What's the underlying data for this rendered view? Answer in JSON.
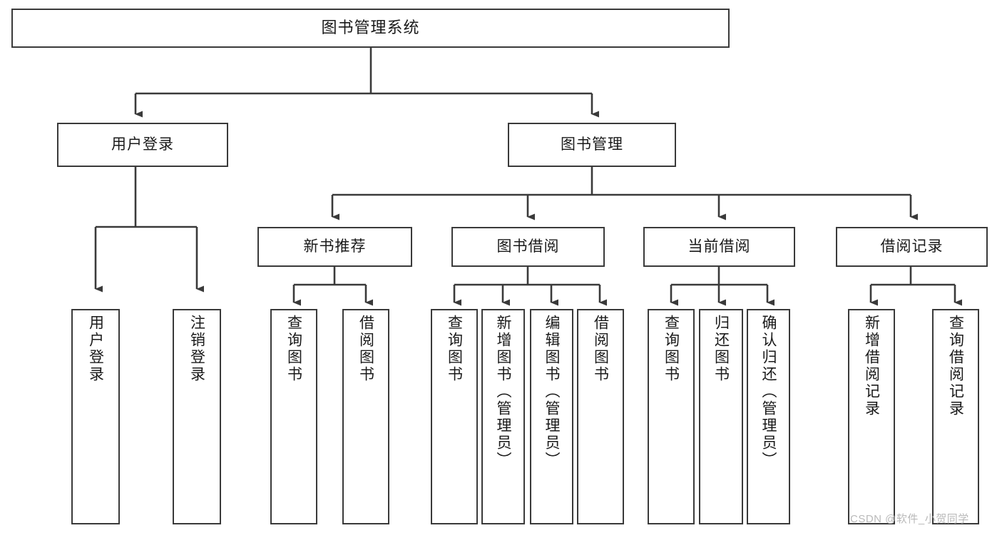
{
  "diagram": {
    "title": "图书管理系统",
    "type": "tree",
    "watermark": "CSDN @软件_小贺同学",
    "colors": {
      "box_border": "#3a3a3a",
      "box_fill": "#ffffff",
      "connector": "#3a3a3a",
      "text": "#1a1a1a",
      "watermark": "#b9b9b9",
      "background": "#ffffff"
    },
    "levels": {
      "root": {
        "label": "图书管理系统"
      },
      "level2": [
        {
          "id": "user-login",
          "label": "用户登录"
        },
        {
          "id": "book-manage",
          "label": "图书管理"
        }
      ],
      "level3": [
        {
          "id": "new-book-rec",
          "label": "新书推荐",
          "parent": "book-manage"
        },
        {
          "id": "book-borrow",
          "label": "图书借阅",
          "parent": "book-manage"
        },
        {
          "id": "current-borrow",
          "label": "当前借阅",
          "parent": "book-manage"
        },
        {
          "id": "borrow-record",
          "label": "借阅记录",
          "parent": "book-manage"
        }
      ],
      "leaves": [
        {
          "id": "leaf-user-login",
          "label": "用户登录",
          "parent": "user-login"
        },
        {
          "id": "leaf-logout",
          "label": "注销登录",
          "parent": "user-login"
        },
        {
          "id": "leaf-query-book-1",
          "label": "查询图书",
          "parent": "new-book-rec"
        },
        {
          "id": "leaf-borrow-book-1",
          "label": "借阅图书",
          "parent": "new-book-rec"
        },
        {
          "id": "leaf-query-book-2",
          "label": "查询图书",
          "parent": "book-borrow"
        },
        {
          "id": "leaf-add-book",
          "label": "新增图书（管理员）",
          "parent": "book-borrow"
        },
        {
          "id": "leaf-edit-book",
          "label": "编辑图书（管理员）",
          "parent": "book-borrow"
        },
        {
          "id": "leaf-borrow-book-2",
          "label": "借阅图书",
          "parent": "book-borrow"
        },
        {
          "id": "leaf-query-book-3",
          "label": "查询图书",
          "parent": "current-borrow"
        },
        {
          "id": "leaf-return-book",
          "label": "归还图书",
          "parent": "current-borrow"
        },
        {
          "id": "leaf-confirm-return",
          "label": "确认归还（管理员）",
          "parent": "current-borrow"
        },
        {
          "id": "leaf-add-record",
          "label": "新增借阅记录",
          "parent": "borrow-record"
        },
        {
          "id": "leaf-query-record",
          "label": "查询借阅记录",
          "parent": "borrow-record"
        }
      ]
    }
  }
}
